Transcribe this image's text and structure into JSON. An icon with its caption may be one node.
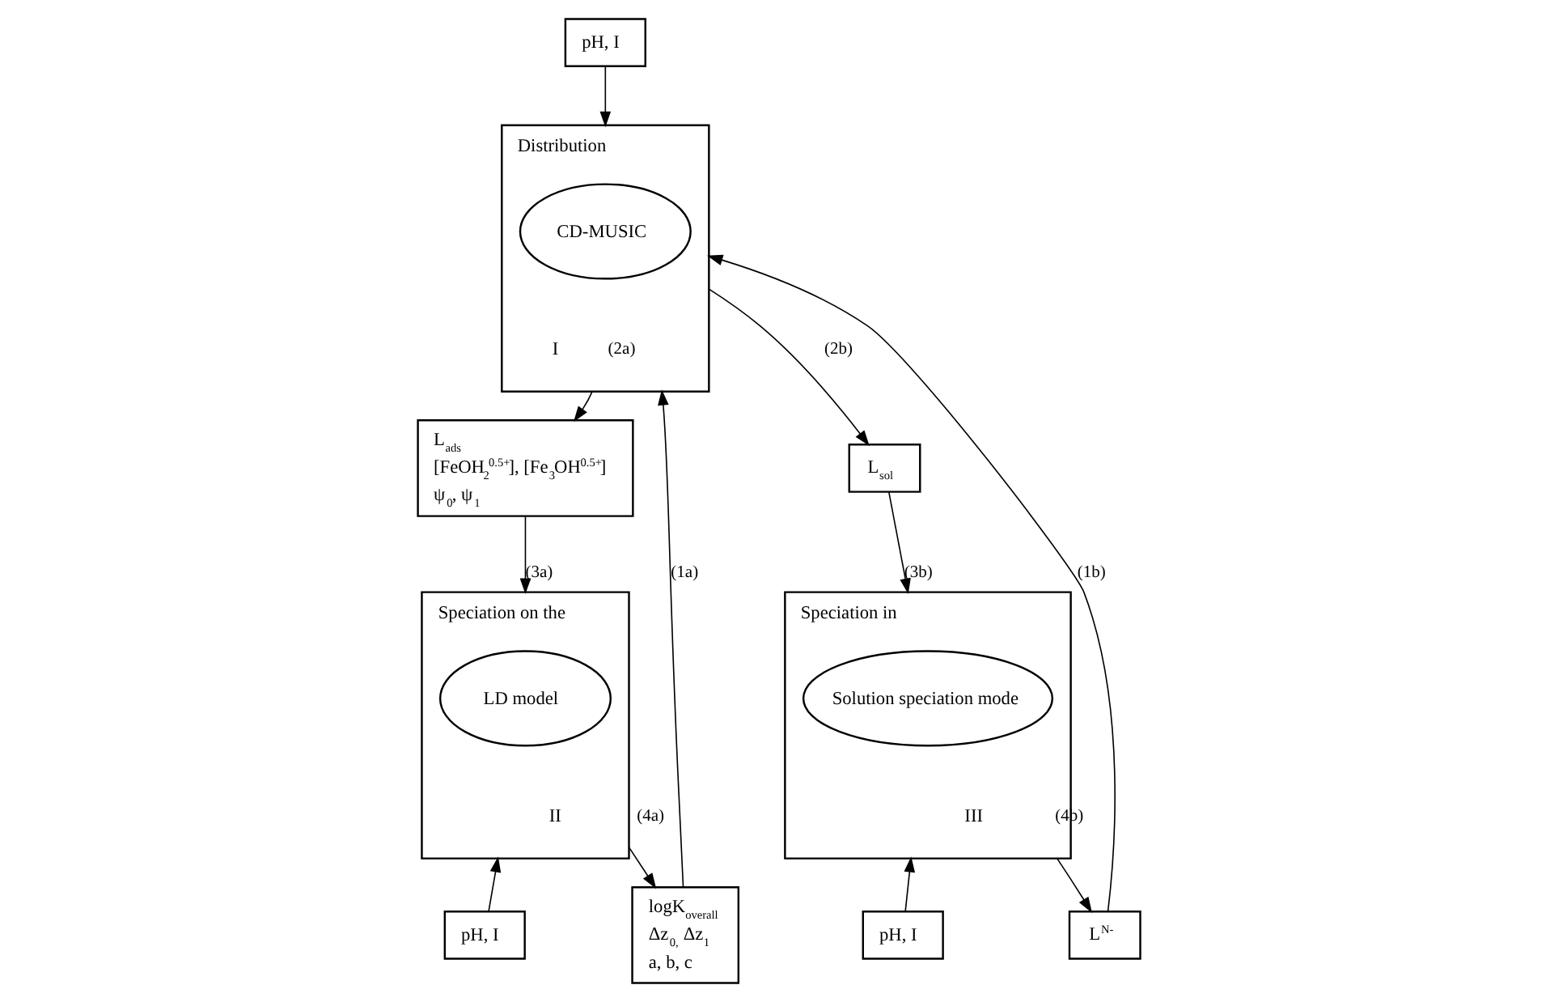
{
  "diagram": {
    "nodes": [
      {
        "text": [
          "pH, I"
        ]
      },
      {
        "text": [
          "Distribution",
          "I"
        ]
      },
      {
        "text": [
          "CD-MUSIC"
        ],
        "in": 1
      },
      {
        "text": [
          "L$_{ads}$",
          "[FeOH$_{2}$$^{0.5+}$], [Fe$_{3}$OH$^{0.5+}$]",
          "ψ$_{0}$, ψ$_{1}$"
        ]
      },
      {
        "text": [
          "L$_{sol}$"
        ]
      },
      {
        "text": [
          "Speciation on the",
          "II"
        ]
      },
      {
        "text": [
          "LD model"
        ],
        "in": 5
      },
      {
        "text": [
          "Speciation in",
          "III"
        ]
      },
      {
        "text": [
          "Solution speciation mode"
        ],
        "in": 7
      },
      {
        "text": [
          "logK$_{overall}$",
          "Δz$_{0,}$ Δz$_{1}$",
          "a, b, c"
        ]
      },
      {
        "text": [
          "L$^{N-}$"
        ]
      },
      {
        "text": [
          "pH, I"
        ]
      },
      {
        "text": [
          "pH, I"
        ]
      }
    ],
    "edges": [
      {
        "from": 0,
        "to": 1,
        "arrow": "to"
      },
      {
        "from": 1,
        "to": 3,
        "arrow": "to",
        "label": "(2a)"
      },
      {
        "from": 1,
        "to": 4,
        "arrow": "to",
        "label": "(2b)"
      },
      {
        "from": 3,
        "to": 5,
        "arrow": "to",
        "label": "(3a)"
      },
      {
        "from": 4,
        "to": 7,
        "arrow": "to",
        "label": "(3b)"
      },
      {
        "from": 9,
        "to": 1,
        "arrow": "to",
        "label": "(1a)"
      },
      {
        "from": 10,
        "to": 1,
        "arrow": "to",
        "label": "(1b)"
      },
      {
        "from": 5,
        "to": 9,
        "arrow": "to",
        "label": "(4a)"
      },
      {
        "from": 7,
        "to": 10,
        "arrow": "to",
        "label": "(4b)"
      },
      {
        "from": 11,
        "to": 5,
        "arrow": "to"
      },
      {
        "from": 12,
        "to": 7,
        "arrow": "to"
      }
    ]
  }
}
